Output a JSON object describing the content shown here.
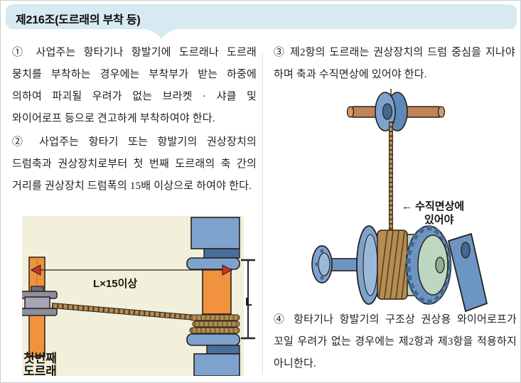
{
  "header": {
    "title": "제216조(도르래의 부착 등)"
  },
  "clauses": [
    {
      "text": "① 사업주는 항타기나 항발기에 도르래나 도르래 뭉치를 부착하는 경우에는 부착부가 받는 하중에 의하여 파괴될 우려가 없는 브라켓 · 샤클 및 와이어로프 등으로 견고하게 부착하여야 한다."
    },
    {
      "text": "② 사업주는 항타기 또는 항발기의 권상장치의 드럼축과 권상장치로부터 첫 번째 도르래의 축 간의 거리를 권상장치 드럼폭의 15배 이상으로 하여야 한다."
    },
    {
      "text": "③ 제2항의 도르래는 권상장치의 드럼 중심을 지나야 하며 축과 수직면상에 있어야 한다."
    },
    {
      "text": "④ 항타기나 항발기의 구조상 권상용 와이어로프가 꼬일 우려가 없는 경우에는 제2항과 제3항을 적용하지 아니한다."
    }
  ],
  "figure1": {
    "distance_label": "L×15이상",
    "length_label": "L",
    "pulley_label_line1": "첫번째",
    "pulley_label_line2": "도르래"
  },
  "figure2": {
    "annotation_line1": "← 수직면상에",
    "annotation_line2": "있어야"
  },
  "colors": {
    "header_bg": "#d7e9f1",
    "column_divider": "#cfe4ed",
    "figure_bg": "#f2efdb",
    "accent_orange": "#f0923e",
    "machine_blue": "#7da2ce",
    "machine_blue_dark": "#4a6d99",
    "drum_green": "#bdd7c0",
    "rope_brown": "#b68c52",
    "axle_brown": "#c08457",
    "pulley_gray": "#9b97a8",
    "arrow_red": "#c4372a"
  }
}
